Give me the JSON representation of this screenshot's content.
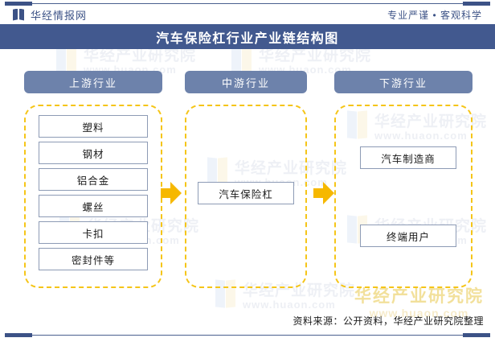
{
  "header": {
    "logo_icon": "book-logo-icon",
    "brand": "华经情报网",
    "slogan": "专业严谨 • 客观科学"
  },
  "title": "汽车保险杠行业产业链结构图",
  "columns": [
    {
      "id": "upstream",
      "head": "上游行业",
      "nodes": [
        "塑料",
        "钢材",
        "铝合金",
        "螺丝",
        "卡扣",
        "密封件等"
      ]
    },
    {
      "id": "midstream",
      "head": "中游行业",
      "nodes": [
        "汽车保险杠"
      ]
    },
    {
      "id": "downstream",
      "head": "下游行业",
      "nodes": [
        "汽车制造商",
        "终端用户"
      ]
    }
  ],
  "arrows": [
    {
      "id": "arrow-upstream-to-midstream",
      "icon": "arrow-right-icon"
    },
    {
      "id": "arrow-midstream-to-downstream",
      "icon": "arrow-right-icon"
    }
  ],
  "footer": {
    "source": "资料来源：公开资料，华经产业研究院整理"
  },
  "watermark": {
    "cn": "华经产业研究院",
    "url": "www.huaon.com"
  },
  "colors": {
    "title_bar": "#42598f",
    "column_head": "#6d82ab",
    "dashed_border": "#f5c518",
    "arrow": "#f6b800",
    "node_border": "#8d9bb5",
    "rule": "#4a5f8e",
    "brand_text": "#3c5286"
  }
}
